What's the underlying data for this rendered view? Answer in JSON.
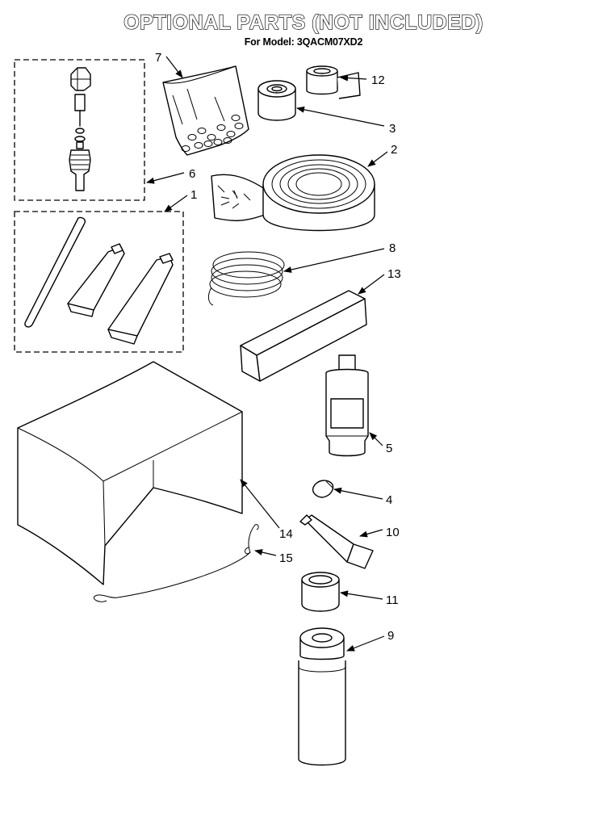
{
  "header": {
    "title": "OPTIONAL PARTS (NOT INCLUDED)",
    "subtitle": "For Model: 3QACM07XD2"
  },
  "callouts": [
    {
      "id": "1",
      "label": "1"
    },
    {
      "id": "2",
      "label": "2"
    },
    {
      "id": "3",
      "label": "3"
    },
    {
      "id": "4",
      "label": "4"
    },
    {
      "id": "5",
      "label": "5"
    },
    {
      "id": "6",
      "label": "6"
    },
    {
      "id": "7",
      "label": "7"
    },
    {
      "id": "8",
      "label": "8"
    },
    {
      "id": "9",
      "label": "9"
    },
    {
      "id": "10",
      "label": "10"
    },
    {
      "id": "11",
      "label": "11"
    },
    {
      "id": "12",
      "label": "12"
    },
    {
      "id": "13",
      "label": "13"
    },
    {
      "id": "14",
      "label": "14"
    },
    {
      "id": "15",
      "label": "15"
    }
  ]
}
